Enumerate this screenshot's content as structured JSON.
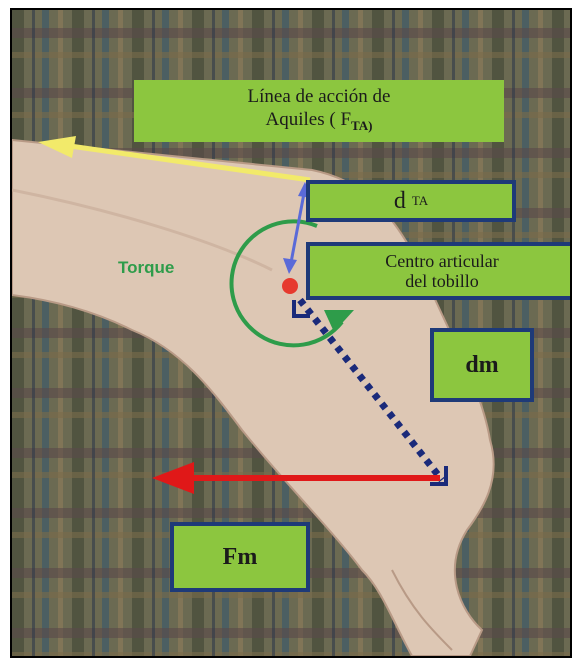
{
  "figure": {
    "achilles_line_label": {
      "line1": "Línea de acción de",
      "line2_text": "Aquiles ( F",
      "line2_sub": "TA)"
    },
    "lever_arm_label": {
      "main": "d",
      "sub": "TA"
    },
    "joint_center_label": {
      "line1": "Centro articular",
      "line2": "del tobillo"
    },
    "torque_label": "Torque",
    "dm_label": "dm",
    "fm_label": "Fm"
  },
  "colors": {
    "label_fill": "#8cc63f",
    "label_border": "#1e3a78",
    "achilles_arrow": "#f2ea6a",
    "force_arrow": "#e01818",
    "torque_arc": "#2e9c4a",
    "joint_center": "#e63a2e",
    "moment_arm_dotted": "#1a2a7a",
    "dta_arrow": "#5a6ad8"
  }
}
